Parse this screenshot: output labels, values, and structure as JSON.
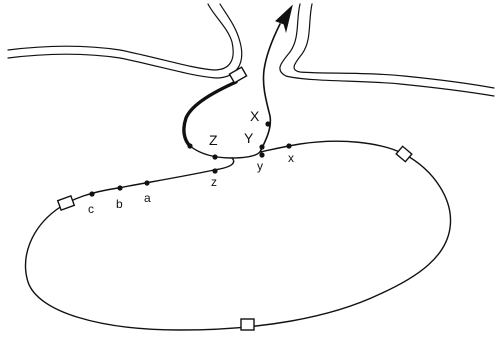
{
  "labels": {
    "upper": [
      "X",
      "Y",
      "Z"
    ],
    "lower": [
      "x",
      "y",
      "z"
    ],
    "left": [
      "a",
      "b",
      "c"
    ]
  },
  "colors": {
    "ink": "#111111",
    "background": "#ffffff"
  },
  "icons": {
    "arrow": "arrow-head-icon",
    "marker": "square-marker-icon"
  }
}
